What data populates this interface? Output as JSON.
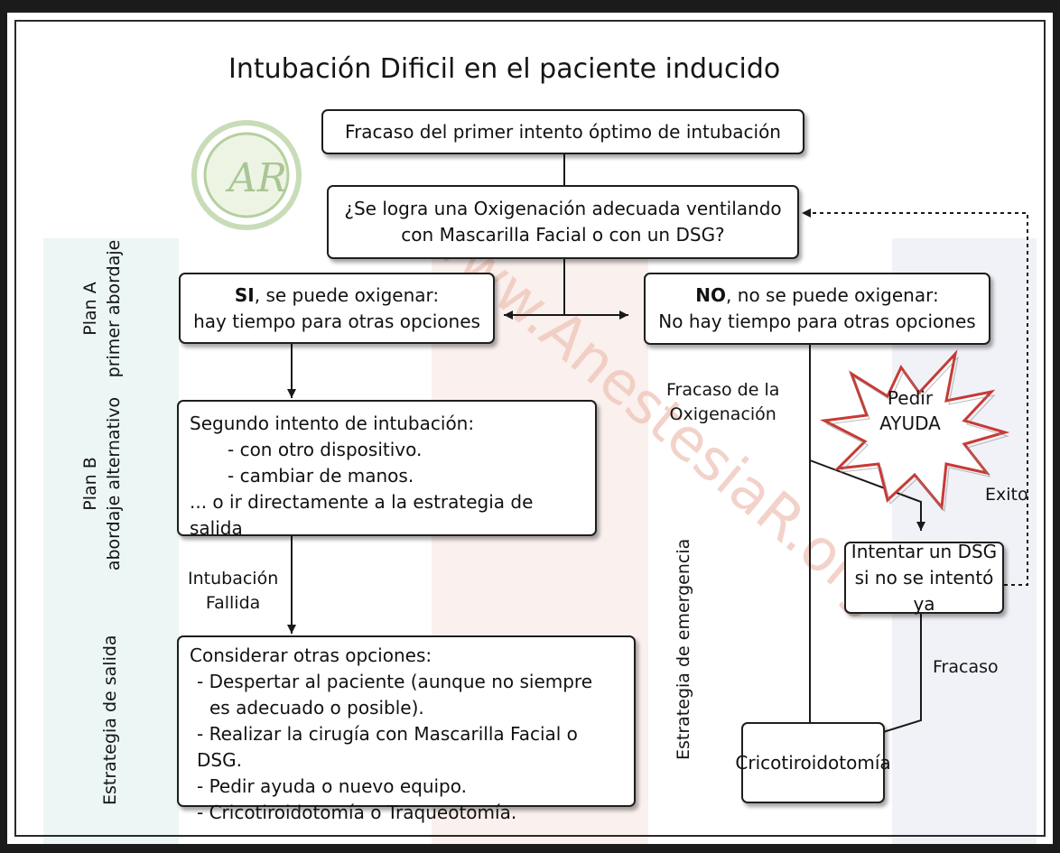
{
  "title": "Intubación Dificil en el paciente inducido",
  "colors": {
    "band_teal": "#dcefec",
    "band_red": "#f6e3de",
    "band_blue": "#e3e8f1",
    "watermark_red": "#e6a8a0",
    "watermark_gold": "#e9c98a",
    "logo_green": "#9dbf8a"
  },
  "nodes": {
    "first_attempt": "Fracaso del primer intento óptimo de intubación",
    "oxygenation_q_line1": "¿Se logra una Oxigenación adecuada ventilando",
    "oxygenation_q_line2": "con Mascarilla Facial o con un DSG?",
    "yes_bold": "SI",
    "yes_line1_rest": ", se puede oxigenar:",
    "yes_line2": "hay tiempo para otras opciones",
    "no_bold": "NO",
    "no_line1_rest": ", no se puede oxigenar:",
    "no_line2": "No hay tiempo para otras opciones",
    "second_attempt_title": "Segundo intento de intubación:",
    "second_attempt_items": [
      "- con otro dispositivo.",
      "- cambiar de manos."
    ],
    "second_attempt_last": "... o ir directamente a la estrategia de salida",
    "consider_title": "Considerar otras opciones:",
    "consider_item1_line1": "- Despertar al paciente (aunque no siempre",
    "consider_item1_line2": "es adecuado o posible).",
    "consider_item2": "- Realizar la cirugía con Mascarilla Facial o DSG.",
    "consider_item3": "- Pedir ayuda o nuevo equipo.",
    "consider_item4": "- Cricotiroidotomía o Traqueotomía.",
    "dsg_line1": "Intentar un DSG",
    "dsg_line2": "si no se intentó ya",
    "crico": "Cricotiroidotomía",
    "help_line1": "Pedir",
    "help_line2": "AYUDA"
  },
  "edge_labels": {
    "ox_fail_line1": "Fracaso de la",
    "ox_fail_line2": "Oxigenación",
    "intub_fail_line1": "Intubación",
    "intub_fail_line2": "Fallida",
    "success": "Exito",
    "failure": "Fracaso"
  },
  "side_labels": {
    "plan_a_line1": "Plan A",
    "plan_a_line2": "primer abordaje",
    "plan_b_line1": "Plan B",
    "plan_b_line2": "abordaje alternativo",
    "exit_strategy": "Estrategia de salida",
    "emergency_strategy": "Estrategia de emergencia"
  },
  "watermark": {
    "logo_text": "AR",
    "site_text": "www.AnestesiaR.org"
  }
}
